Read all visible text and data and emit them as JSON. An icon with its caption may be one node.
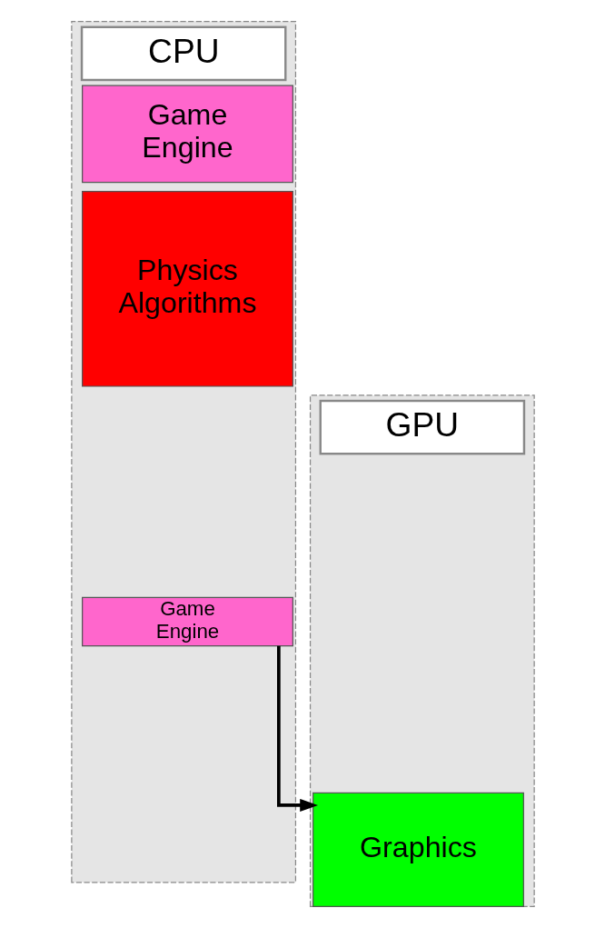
{
  "diagram": {
    "nodes": [
      {
        "text": [
          "CPU"
        ]
      },
      {
        "text": [
          "Game Engine"
        ],
        "in": 0
      },
      {
        "text": [
          "Physics Algorithms"
        ],
        "in": 0
      },
      {
        "text": [
          "Game Engine"
        ],
        "in": 0
      },
      {
        "text": [
          "GPU"
        ]
      },
      {
        "text": [
          "Graphics"
        ],
        "in": 4
      }
    ],
    "edges": [
      {
        "from": 3,
        "to": 5,
        "arrow": "to"
      }
    ]
  }
}
